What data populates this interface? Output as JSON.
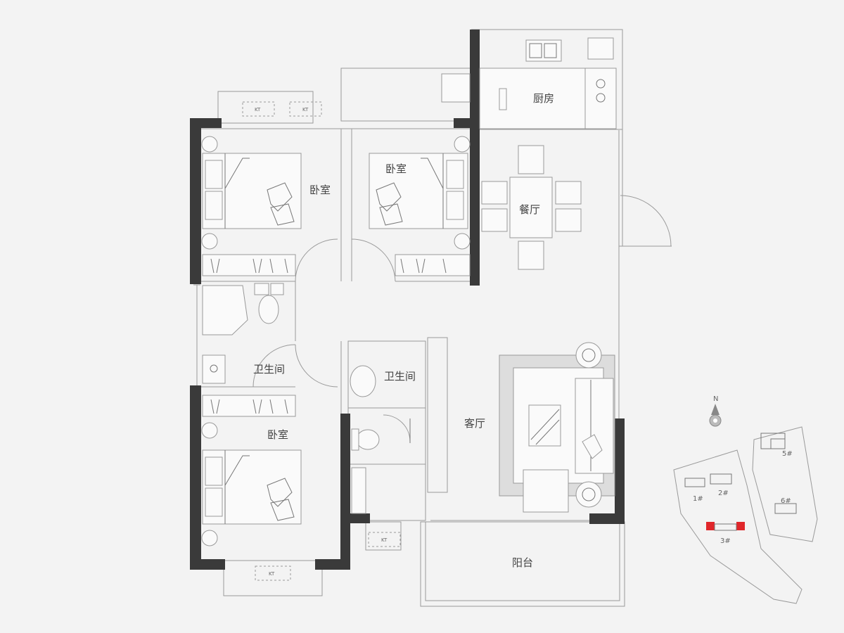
{
  "rooms": {
    "kitchen": "厨房",
    "bedroom_top_left": "卧室",
    "bedroom_top_middle": "卧室",
    "dining": "餐厅",
    "bathroom_left": "卫生间",
    "bathroom_middle": "卫生间",
    "bedroom_bottom": "卧室",
    "living": "客厅",
    "balcony": "阳台"
  },
  "ac_units": {
    "top_left_1": "KT",
    "top_left_2": "KT",
    "middle_bottom": "KT",
    "bottom_left": "KT"
  },
  "compass": {
    "north": "N"
  },
  "site_plan": {
    "buildings": [
      "1#",
      "2#",
      "3#",
      "5#",
      "6#"
    ],
    "highlight_color": "#e0262a"
  },
  "colors": {
    "wall": "#3a3a3a",
    "line": "#9a9a9a",
    "background": "#f3f3f3"
  }
}
